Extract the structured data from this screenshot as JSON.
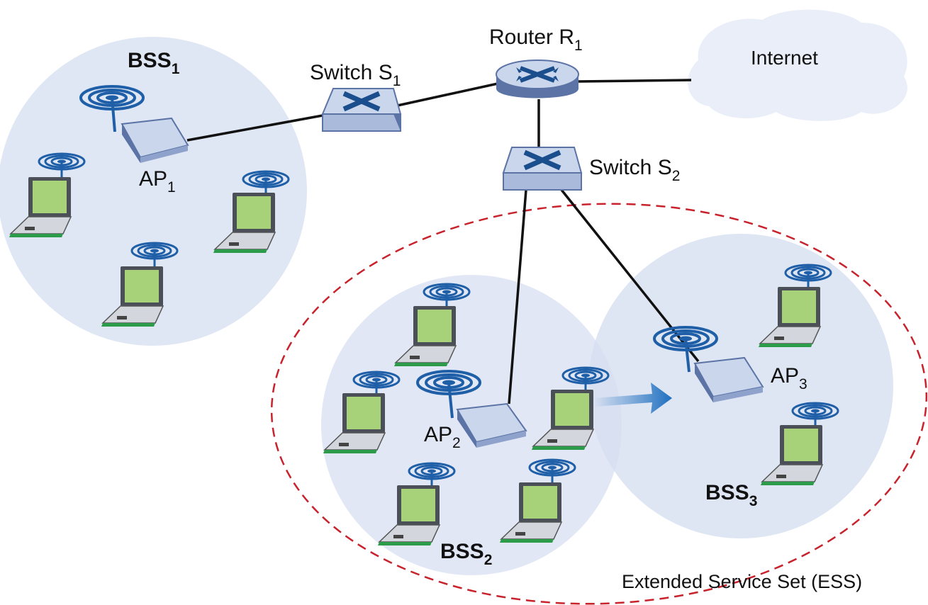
{
  "labels": {
    "router": {
      "base": "Router R",
      "sub": "1"
    },
    "switch1": {
      "base": "Switch S",
      "sub": "1"
    },
    "switch2": {
      "base": "Switch S",
      "sub": "2"
    },
    "internet": "Internet",
    "ap1": {
      "base": "AP",
      "sub": "1"
    },
    "ap2": {
      "base": "AP",
      "sub": "2"
    },
    "ap3": {
      "base": "AP",
      "sub": "3"
    },
    "bss1": {
      "base": "BSS",
      "sub": "1"
    },
    "bss2": {
      "base": "BSS",
      "sub": "2"
    },
    "bss3": {
      "base": "BSS",
      "sub": "3"
    },
    "ess": "Extended Service Set (ESS)"
  },
  "colors": {
    "bss_fill": "#dfe6f4",
    "ess_border": "#c8232c",
    "link": "#111111",
    "device_top": "#c9d6ec",
    "device_side": "#5c73a6",
    "device_x": "#1b4e8c",
    "wave": "#1f5fa8",
    "laptop_screen": "#a8d27a",
    "cloud": "#e9eef8",
    "arrow": "#1e6fc0"
  },
  "icons": [
    "router-icon",
    "switch-icon",
    "access-point-icon",
    "laptop-icon",
    "wireless-signal-icon",
    "cloud-icon",
    "movement-arrow-icon"
  ]
}
